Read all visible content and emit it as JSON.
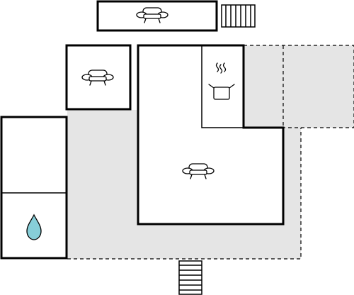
{
  "floor_plan": {
    "colors": {
      "terrace": "#e5e5e5",
      "wall": "#000000",
      "room": "#ffffff",
      "water": "#87ced8"
    },
    "rooms": [
      {
        "name": "living-room-top",
        "icon": "sofa-icon"
      },
      {
        "name": "living-room-left",
        "icon": "sofa-icon"
      },
      {
        "name": "main-living-area",
        "icon": "sofa-icon"
      },
      {
        "name": "kitchen",
        "icon": "cooking-pot-icon"
      },
      {
        "name": "bathroom",
        "icon": "water-drop-icon"
      },
      {
        "name": "bedroom-left",
        "icon": ""
      }
    ],
    "stairs": [
      "stairs-top",
      "stairs-bottom"
    ]
  }
}
